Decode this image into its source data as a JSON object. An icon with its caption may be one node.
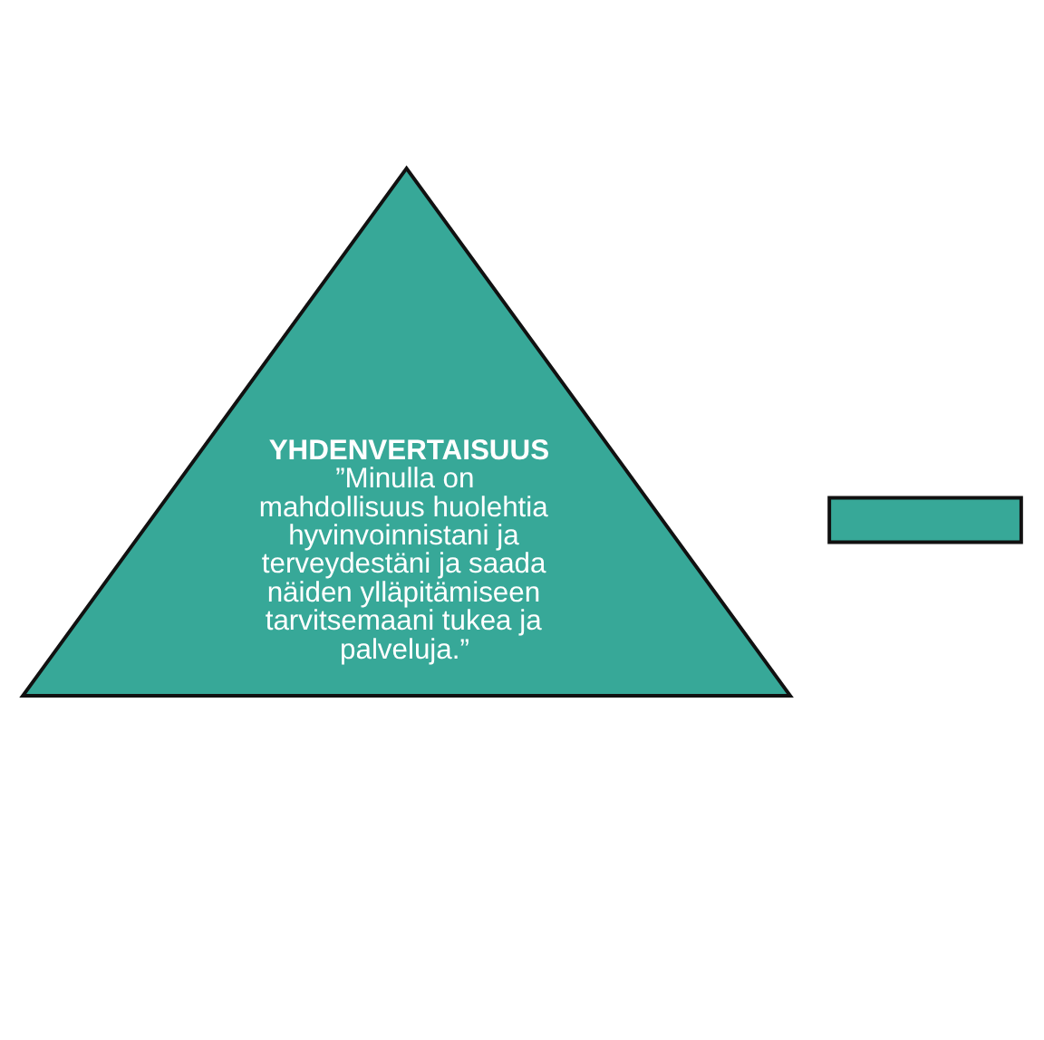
{
  "diagram": {
    "nodes": [
      {
        "text": [
          "YHDENVERTAISUUS",
          "”Minulla on mahdollisuus huolehtia hyvinvoinnistani ja terveydestäni ja saada näiden ylläpitämiseen tarvitsemaani tukea ja palveluja.”"
        ]
      },
      {
        "text": [],
        "shape": "box"
      }
    ]
  }
}
